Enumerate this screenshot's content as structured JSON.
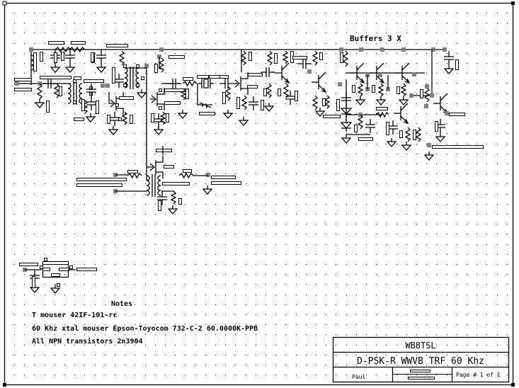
{
  "schematic": {
    "section_label": "Buffers 3 X",
    "notes": {
      "heading": "Notes",
      "lines": [
        "T mouser 42IF-101-rc",
        "60 Khz xtal mouser Epson-Toyocom 732-C-2 60.0000K-PPB",
        "All NPN transistors 2n3904"
      ]
    },
    "title_block": {
      "author_call": "WB8TSL",
      "title": "D-PSK-R WWVB TRF 60 Khz",
      "drawn_by": "Paul",
      "page": "Page # 1 of 1"
    }
  },
  "colors": {
    "wire": "#000000",
    "node": "#808080",
    "background": "#ffffff"
  }
}
